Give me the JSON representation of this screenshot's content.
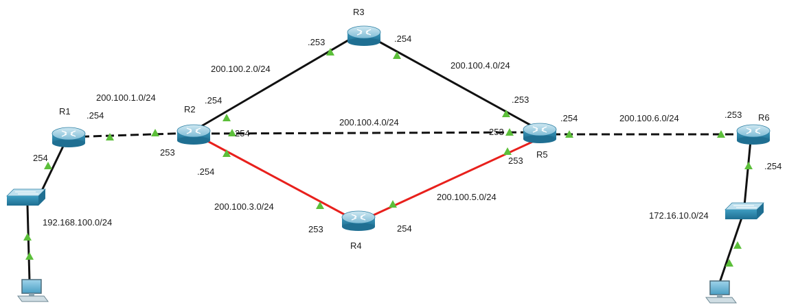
{
  "devices": {
    "r1": {
      "name": "R1"
    },
    "r2": {
      "name": "R2"
    },
    "r3": {
      "name": "R3"
    },
    "r4": {
      "name": "R4"
    },
    "r5": {
      "name": "R5"
    },
    "r6": {
      "name": "R6"
    }
  },
  "networks": {
    "n1": "200.100.1.0/24",
    "n2": "200.100.2.0/24",
    "n3": "200.100.3.0/24",
    "n4_top": "200.100.4.0/24",
    "n4_mid": "200.100.4.0/24",
    "n5": "200.100.5.0/24",
    "n6": "200.100.6.0/24",
    "lan_left": "192.168.100.0/24",
    "lan_right": "172.16.10.0/24"
  },
  "interfaces": {
    "r1_right": ".254",
    "r1_down": "254",
    "r2_left": "253",
    "r2_up": ".254",
    "r2_right": "254",
    "r2_down": ".254",
    "r3_left": ".253",
    "r3_right": ".254",
    "r5_up": ".253",
    "r5_left": "253",
    "r5_down": "253",
    "r5_right": ".254",
    "r4_left": "253",
    "r4_right": "254",
    "r6_left": ".253",
    "r6_down": ".254"
  },
  "colors": {
    "link": "#111111",
    "link_red": "#e8201c",
    "port_up": "#5cbf3a",
    "router_body": "#2f8fb4",
    "switch_body": "#3a93b8"
  }
}
